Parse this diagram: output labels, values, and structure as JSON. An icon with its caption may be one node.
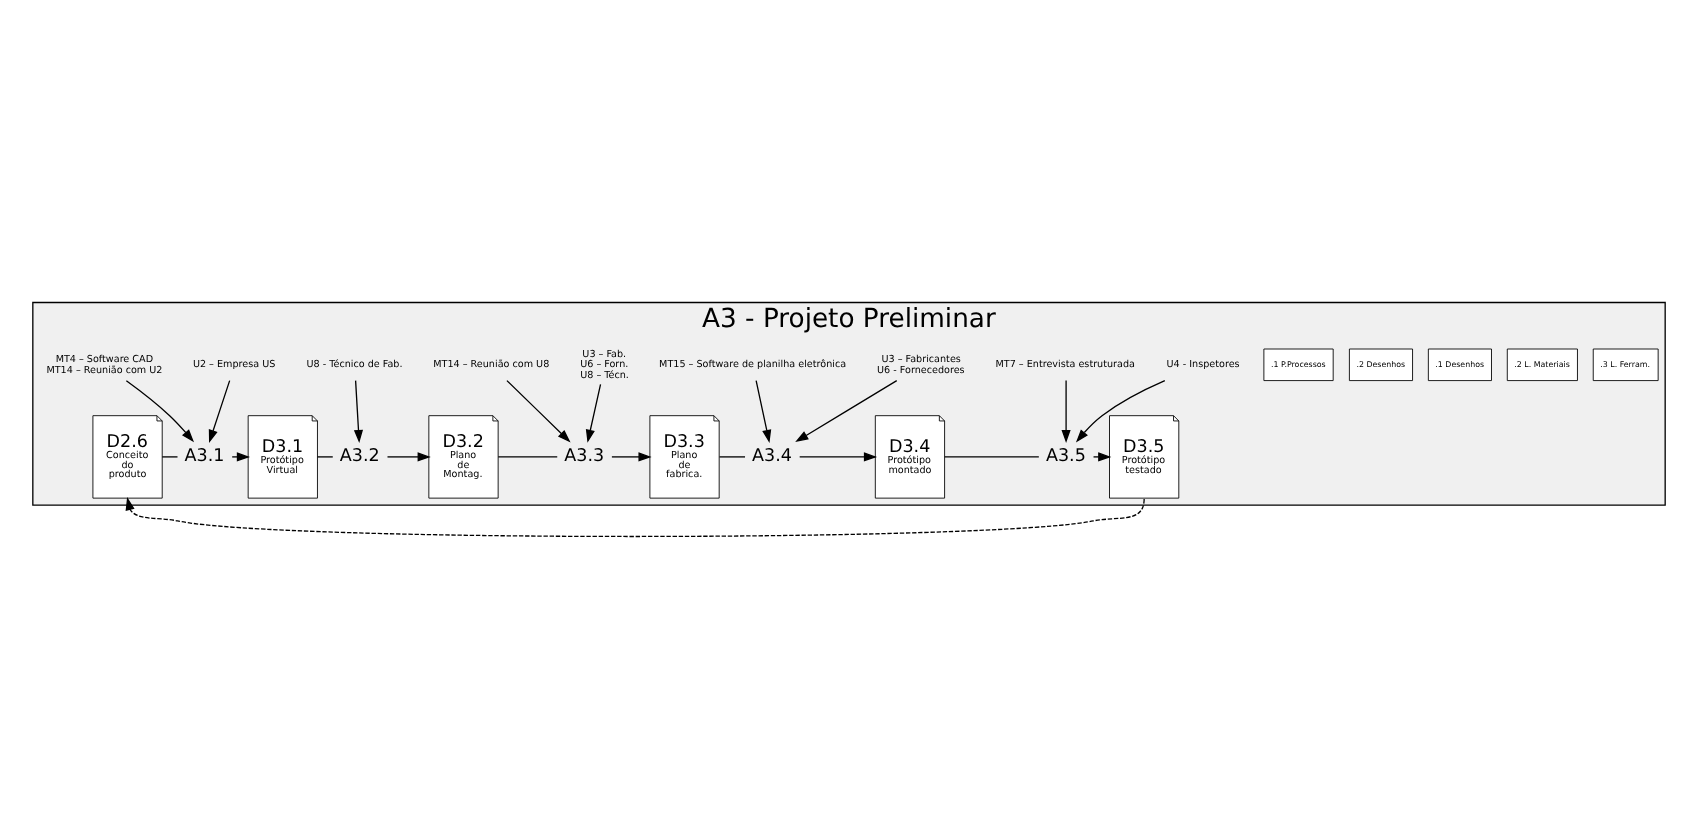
{
  "diagram": {
    "nodes": [
      {
        "text": [
          "A3 - Projeto Preliminar"
        ]
      },
      {
        "text": [
          "D2.6",
          "Conceito do produto"
        ],
        "in": 0
      },
      {
        "text": [
          "A3.1"
        ],
        "in": 0
      },
      {
        "text": [
          "D3.1",
          "Protótipo Virtual"
        ],
        "in": 0
      },
      {
        "text": [
          "A3.2"
        ],
        "in": 0
      },
      {
        "text": [
          ".3 L. Ferram."
        ],
        "in": 0
      },
      {
        "text": [
          ".2 L. Materiais"
        ],
        "in": 0
      },
      {
        "text": [
          ".1 Desenhos"
        ],
        "in": 0
      },
      {
        "text": [
          "D3.2",
          "Plano de Montag."
        ],
        "in": 0
      },
      {
        "text": [
          "A3.3"
        ],
        "in": 0
      },
      {
        "text": [
          ".2 Desenhos"
        ],
        "in": 0
      },
      {
        "text": [
          ".1 P.Processos"
        ],
        "in": 0
      },
      {
        "text": [
          "D3.3",
          "Plano de fabrica."
        ],
        "in": 0
      },
      {
        "text": [
          "A3.4"
        ],
        "in": 0
      },
      {
        "text": [
          "D3.4",
          "Protótipo montado"
        ],
        "in": 0
      },
      {
        "text": [
          "A3.5"
        ],
        "in": 0
      },
      {
        "text": [
          "D3.5",
          "Protótipo testado"
        ],
        "in": 0
      },
      {
        "text": [
          "U2 – Empresa US"
        ],
        "in": 0
      },
      {
        "text": [
          "U8 - Técnico de Fab."
        ],
        "in": 0
      },
      {
        "text": [
          "U3 – Fab.",
          "U6 – Forn.",
          "U8 – Técn."
        ],
        "in": 0
      },
      {
        "text": [
          "U3 – Fabricantes",
          "U6 - Fornecedores"
        ],
        "in": 0
      },
      {
        "text": [
          "U4 - Inspetores"
        ],
        "in": 0
      },
      {
        "text": [
          "MT4 – Software CAD",
          "MT14 – Reunião com U2"
        ],
        "in": 0
      },
      {
        "text": [
          "MT14 – Reunião com U8"
        ],
        "in": 0
      },
      {
        "text": [
          "MT15 – Software de planilha eletrônica"
        ],
        "in": 0
      },
      {
        "text": [
          "MT7 – Entrevista estruturada"
        ],
        "in": 0
      }
    ],
    "edges": [
      {
        "from": 1,
        "to": 2,
        "arrow": "none"
      },
      {
        "from": 2,
        "to": 3,
        "arrow": "to"
      },
      {
        "from": 3,
        "to": 4,
        "arrow": "none"
      },
      {
        "from": 4,
        "to": 8,
        "arrow": "to"
      },
      {
        "from": 8,
        "to": 9,
        "arrow": "none"
      },
      {
        "from": 9,
        "to": 12,
        "arrow": "to"
      },
      {
        "from": 12,
        "to": 13,
        "arrow": "none"
      },
      {
        "from": 13,
        "to": 14,
        "arrow": "to"
      },
      {
        "from": 14,
        "to": 15,
        "arrow": "none"
      },
      {
        "from": 15,
        "to": 16,
        "arrow": "to"
      },
      {
        "from": 17,
        "to": 2,
        "arrow": "to"
      },
      {
        "from": 18,
        "to": 4,
        "arrow": "to"
      },
      {
        "from": 19,
        "to": 9,
        "arrow": "to"
      },
      {
        "from": 20,
        "to": 13,
        "arrow": "to"
      },
      {
        "from": 21,
        "to": 15,
        "arrow": "to"
      },
      {
        "from": 22,
        "to": 2,
        "arrow": "to"
      },
      {
        "from": 23,
        "to": 9,
        "arrow": "to"
      },
      {
        "from": 24,
        "to": 13,
        "arrow": "to"
      },
      {
        "from": 25,
        "to": 15,
        "arrow": "to"
      },
      {
        "from": 16,
        "to": 1,
        "arrow": "to",
        "style": "dashed"
      }
    ]
  }
}
